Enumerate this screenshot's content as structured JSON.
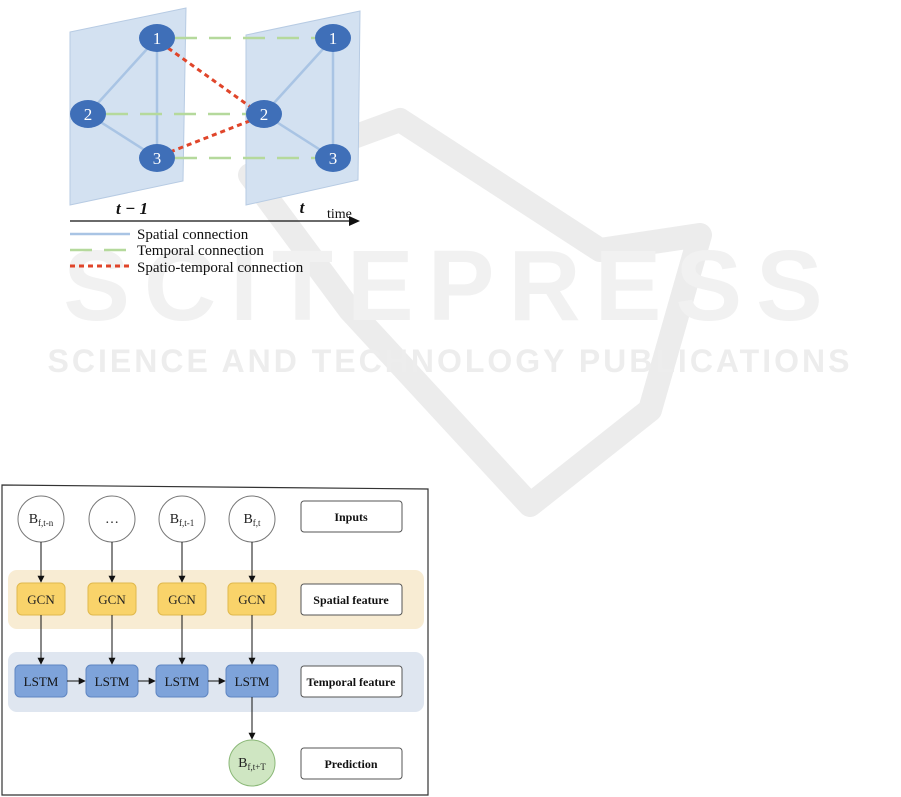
{
  "watermark": {
    "brand": "SCITEPRESS",
    "tagline": "SCIENCE AND TECHNOLOGY PUBLICATIONS"
  },
  "graph_figure": {
    "frames": [
      {
        "label": "t − 1",
        "nodes": [
          "1",
          "2",
          "3"
        ]
      },
      {
        "label": "t",
        "nodes": [
          "1",
          "2",
          "3"
        ]
      }
    ],
    "axis_label": "time",
    "legend": [
      {
        "label": "Spatial connection",
        "color": "#a9c4e4",
        "style": "solid"
      },
      {
        "label": "Temporal connection",
        "color": "#b5d99c",
        "style": "dashed"
      },
      {
        "label": "Spatio-temporal connection",
        "color": "#e0452a",
        "style": "dashed"
      }
    ],
    "node_color": "#3f6fb8",
    "plane_color": "#d3e1f1"
  },
  "model_figure": {
    "inputs": [
      {
        "base": "B",
        "sub": "f,t-n"
      },
      {
        "base": "…",
        "sub": ""
      },
      {
        "base": "B",
        "sub": "f,t-1"
      },
      {
        "base": "B",
        "sub": "f,t"
      }
    ],
    "gcn_label": "GCN",
    "lstm_label": "LSTM",
    "output": {
      "base": "B",
      "sub": "f,t+T"
    },
    "row_labels": {
      "inputs": "Inputs",
      "spatial": "Spatial feature",
      "temporal": "Temporal feature",
      "prediction": "Prediction"
    },
    "colors": {
      "spatial_band": "#f8ecd3",
      "temporal_band": "#dfe6f0",
      "gcn_fill": "#f9d36a",
      "lstm_fill": "#7ea3da",
      "output_fill": "#cfe6c2"
    }
  }
}
